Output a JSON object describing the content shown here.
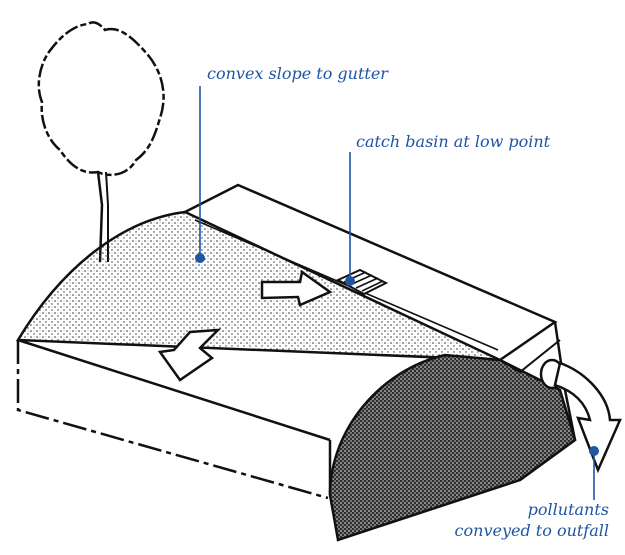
{
  "colors": {
    "annotation": "#1f55a3",
    "ink": "#111111",
    "shade": "#3a3a3a",
    "paper": "#ffffff"
  },
  "annotations": {
    "convex_slope": "convex slope to gutter",
    "catch_basin": "catch basin at low point",
    "pollutants_line1": "pollutants",
    "pollutants_line2": "conveyed to outfall"
  }
}
